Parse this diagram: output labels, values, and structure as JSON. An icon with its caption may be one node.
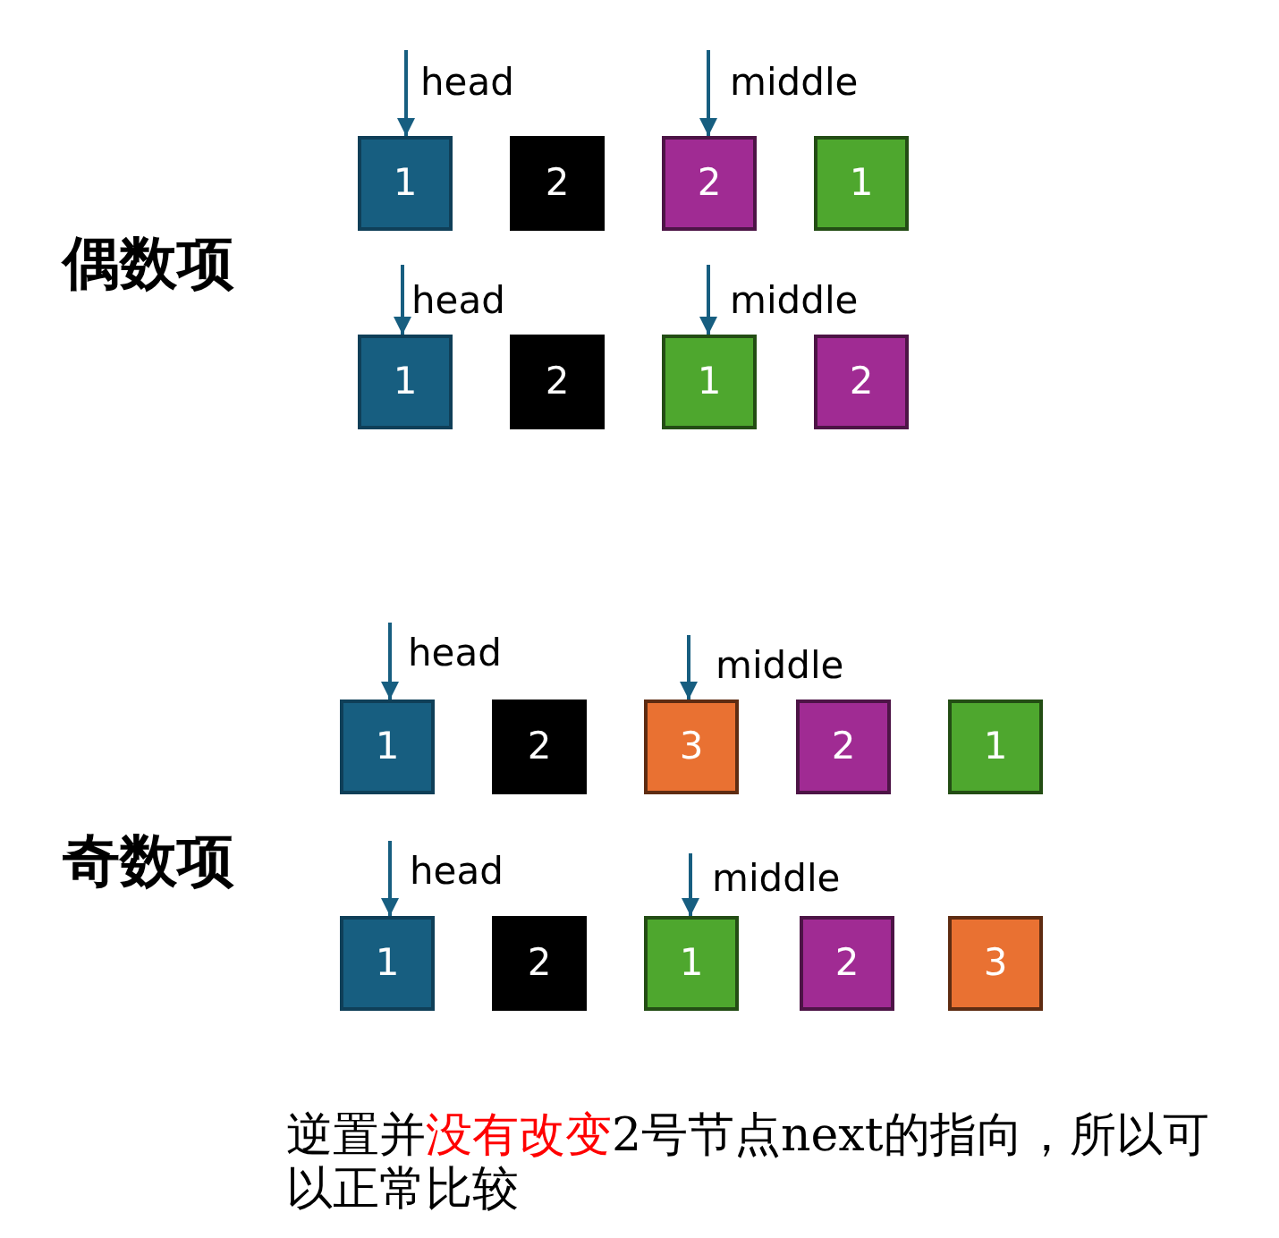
{
  "diagram": {
    "nodes": [
      {
        "text": [
          "1"
        ]
      },
      {
        "text": [
          "2"
        ]
      },
      {
        "text": [
          "2"
        ]
      },
      {
        "text": [
          "1"
        ]
      },
      {
        "text": [
          "1"
        ]
      },
      {
        "text": [
          "2"
        ]
      },
      {
        "text": [
          "1"
        ]
      },
      {
        "text": [
          "2"
        ]
      },
      {
        "text": [
          "1"
        ]
      },
      {
        "text": [
          "2"
        ]
      },
      {
        "text": [
          "3"
        ]
      },
      {
        "text": [
          "2"
        ]
      },
      {
        "text": [
          "1"
        ]
      },
      {
        "text": [
          "1"
        ]
      },
      {
        "text": [
          "2"
        ]
      },
      {
        "text": [
          "1"
        ]
      },
      {
        "text": [
          "2"
        ]
      },
      {
        "text": [
          "3"
        ]
      }
    ],
    "edges": [
      {
        "from": null,
        "to": 0,
        "arrow": "to",
        "label": "head"
      },
      {
        "from": null,
        "to": 2,
        "arrow": "to",
        "label": "middle"
      },
      {
        "from": null,
        "to": 4,
        "arrow": "to",
        "label": "head"
      },
      {
        "from": null,
        "to": 6,
        "arrow": "to",
        "label": "middle"
      },
      {
        "from": null,
        "to": 8,
        "arrow": "to",
        "label": "head"
      },
      {
        "from": null,
        "to": 10,
        "arrow": "to",
        "label": "middle"
      },
      {
        "from": null,
        "to": 13,
        "arrow": "to",
        "label": "head"
      },
      {
        "from": null,
        "to": 15,
        "arrow": "to",
        "label": "middle"
      }
    ],
    "labels": [
      "偶数项",
      "奇数项",
      "逆置并**没有改变**2号节点next的指向，所以可以正常比较"
    ]
  }
}
